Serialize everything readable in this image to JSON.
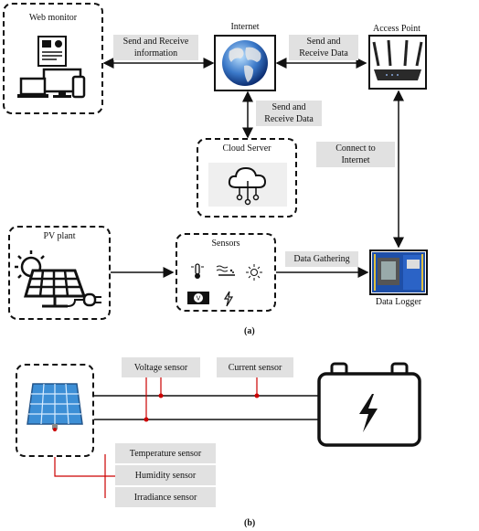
{
  "part_a": {
    "caption": "(a)",
    "web_monitor": {
      "label": "Web monitor"
    },
    "internet": {
      "label": "Internet"
    },
    "access_point": {
      "label": "Access Point"
    },
    "cloud_server": {
      "label": "Cloud Server"
    },
    "pv_plant": {
      "label": "PV plant"
    },
    "sensors": {
      "label": "Sensors"
    },
    "data_logger": {
      "label": "Data Logger"
    },
    "edge_labels": {
      "send_receive_information": "Send and Receive information",
      "send_receive_data_top": "Send and Receive Data",
      "send_receive_data_cloud": "Send and Receive Data",
      "connect_to_internet": "Connect to Internet",
      "data_gathering": "Data Gathering"
    }
  },
  "part_b": {
    "caption": "(b)",
    "voltage_sensor": "Voltage sensor",
    "current_sensor": "Current sensor",
    "temperature_sensor": "Temperature sensor",
    "humidity_sensor": "Humidity sensor",
    "irradiance_sensor": "Irradiance sensor"
  },
  "colors": {
    "wire_red": "#cc0000",
    "label_bg": "#e1e1e1",
    "panel_blue": "#3d8fd6"
  }
}
